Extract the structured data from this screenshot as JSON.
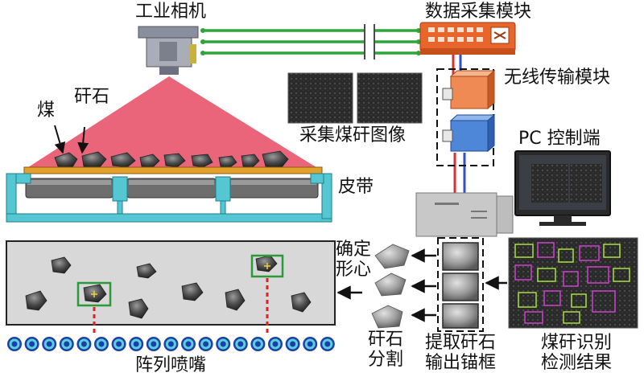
{
  "labels": {
    "camera": "工业相机",
    "daq": "数据采集模块",
    "wireless": "无线传输模块",
    "coal": "煤",
    "gangue": "矸石",
    "collect": "采集煤矸图像",
    "pc": "PC 控制端",
    "belt": "皮带",
    "centroid": "确定\n形心",
    "segment": "矸石\n分割",
    "anchor": "提取矸石\n输出锚框",
    "detect": "煤矸识别\n检测结果",
    "nozzle": "阵列喷嘴"
  },
  "colors": {
    "signal_line": "#2fa43a",
    "light_cone": "#e8546a",
    "belt_top": "#e3a12b",
    "frame": "#55c7d2",
    "switch": "#e8652b",
    "box_green": "#2b9a37",
    "nozzle_ring": "#1f3fa8",
    "nozzle_mid": "#5ad0df",
    "cable_red": "#d83030",
    "cable_blue": "#3050c8"
  },
  "icons": {
    "camera": "industrial-camera-icon",
    "switch": "network-switch-icon",
    "transmitter": "wireless-module-icon",
    "monitor": "pc-monitor-icon",
    "nozzle": "nozzle-icon"
  }
}
